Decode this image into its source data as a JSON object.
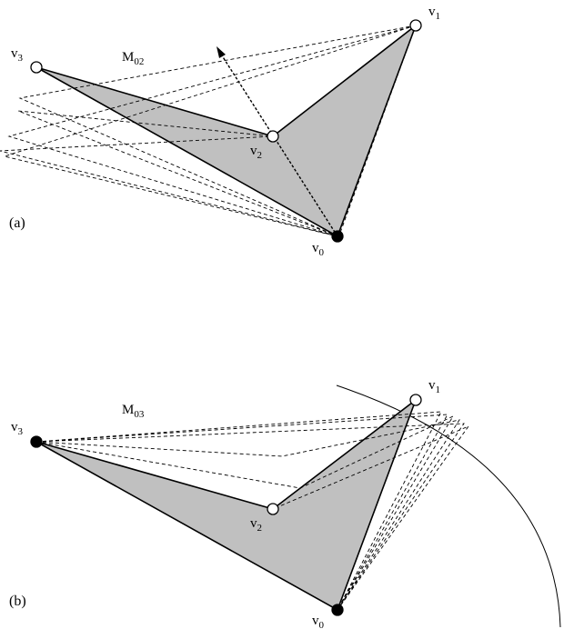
{
  "colors": {
    "fill": "#c0c0c0",
    "stroke": "#000000",
    "open_vertex": "#ffffff",
    "closed_vertex": "#000000"
  },
  "panel_a": {
    "label": "(a)",
    "title": {
      "main": "M",
      "sub": "02"
    },
    "vertices": {
      "v0": {
        "name": "v",
        "sub": "0"
      },
      "v1": {
        "name": "v",
        "sub": "1"
      },
      "v2": {
        "name": "v",
        "sub": "2"
      },
      "v3": {
        "name": "v",
        "sub": "3"
      }
    }
  },
  "panel_b": {
    "label": "(b)",
    "title": {
      "main": "M",
      "sub": "03"
    },
    "vertices": {
      "v0": {
        "name": "v",
        "sub": "0"
      },
      "v1": {
        "name": "v",
        "sub": "1"
      },
      "v2": {
        "name": "v",
        "sub": "2"
      },
      "v3": {
        "name": "v",
        "sub": "3"
      }
    }
  }
}
